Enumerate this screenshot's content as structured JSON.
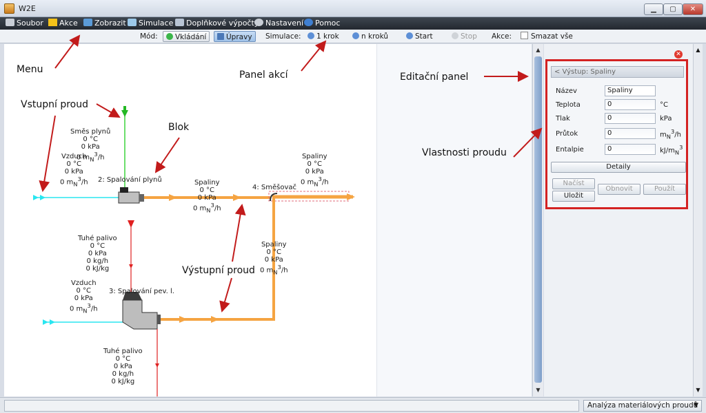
{
  "window": {
    "title": "W2E",
    "minimize": "▁",
    "maximize": "▢",
    "close": "✕"
  },
  "menu": [
    {
      "label": "Soubor",
      "icon": "folder-icon"
    },
    {
      "label": "Akce",
      "icon": "lightning-icon"
    },
    {
      "label": "Zobrazit",
      "icon": "view-icon"
    },
    {
      "label": "Simulace",
      "icon": "simulation-icon"
    },
    {
      "label": "Doplňkové výpočty",
      "icon": "calculator-icon"
    },
    {
      "label": "Nastavení",
      "icon": "gear-icon"
    },
    {
      "label": "Pomoc",
      "icon": "help-icon"
    }
  ],
  "toolbar": {
    "mode_label": "Mód:",
    "insert": "Vkládání",
    "edit": "Úpravy",
    "sim_label": "Simulace:",
    "step1": "1 krok",
    "stepn": "n kroků",
    "start": "Start",
    "stop": "Stop",
    "action_label": "Akce:",
    "clear_all": "Smazat vše"
  },
  "diagram": {
    "mix_gas": {
      "title": "Směs plynů",
      "t": "0 °C",
      "p": "0 kPa",
      "f": "0 m",
      "fsub": "N",
      "fsup": "3",
      "funit": "/h"
    },
    "air1": {
      "title": "Vzduch",
      "t": "0 °C",
      "p": "0 kPa",
      "f": "0 m",
      "fsub": "N",
      "fsup": "3",
      "funit": "/h"
    },
    "block2": "2: Spalování plynů",
    "flue1": {
      "title": "Spaliny",
      "t": "0 °C",
      "p": "0 kPa",
      "f": "0 m",
      "fsub": "N",
      "fsup": "3",
      "funit": "/h"
    },
    "block4": "4: Směšovač",
    "flue_out": {
      "title": "Spaliny",
      "t": "0 °C",
      "p": "0 kPa",
      "f": "0 m",
      "fsub": "N",
      "fsup": "3",
      "funit": "/h"
    },
    "flue2": {
      "title": "Spaliny",
      "t": "0 °C",
      "p": "0 kPa",
      "f": "0 m",
      "fsub": "N",
      "fsup": "3",
      "funit": "/h"
    },
    "solid1": {
      "title": "Tuhé palivo",
      "t": "0 °C",
      "p": "0 kPa",
      "m": "0 kg/h",
      "h": "0 kJ/kg"
    },
    "air2": {
      "title": "Vzduch",
      "t": "0 °C",
      "p": "0 kPa",
      "f": "0 m",
      "fsub": "N",
      "fsup": "3",
      "funit": "/h"
    },
    "block3": "3: Spalování pev. l.",
    "solid2": {
      "title": "Tuhé palivo",
      "t": "0 °C",
      "p": "0 kPa",
      "m": "0 kg/h",
      "h": "0 kJ/kg"
    }
  },
  "annotations": {
    "menu": "Menu",
    "panel_akci": "Panel akcí",
    "editacni_panel": "Editační panel",
    "vstupni_proud": "Vstupní proud",
    "blok": "Blok",
    "vlastnosti_proudu": "Vlastnosti proudu",
    "vystupni_proud": "Výstupní proud"
  },
  "edit_panel": {
    "header": "< Výstup: Spaliny",
    "name_label": "Název",
    "name_value": "Spaliny",
    "temp_label": "Teplota",
    "temp_value": "0",
    "temp_unit": "°C",
    "pressure_label": "Tlak",
    "pressure_value": "0",
    "pressure_unit": "kPa",
    "flow_label": "Průtok",
    "flow_value": "0",
    "flow_unit_a": "m",
    "flow_unit_sub": "N",
    "flow_unit_sup": "3",
    "flow_unit_b": "/h",
    "enthalpy_label": "Entalpie",
    "enthalpy_value": "0",
    "enthalpy_unit_a": "kJ/m",
    "enthalpy_unit_sub": "N",
    "enthalpy_unit_sup": "3",
    "details": "Detaily",
    "load": "Načíst",
    "save": "Uložit",
    "refresh": "Obnovit",
    "use": "Použít"
  },
  "status": {
    "analysis": "Analýza materiálových proudů"
  },
  "colors": {
    "gas": "#3ad33a",
    "air": "#29e6f0",
    "flue": "#f5a442",
    "solid": "#e02020",
    "highlight": "#d42222"
  }
}
